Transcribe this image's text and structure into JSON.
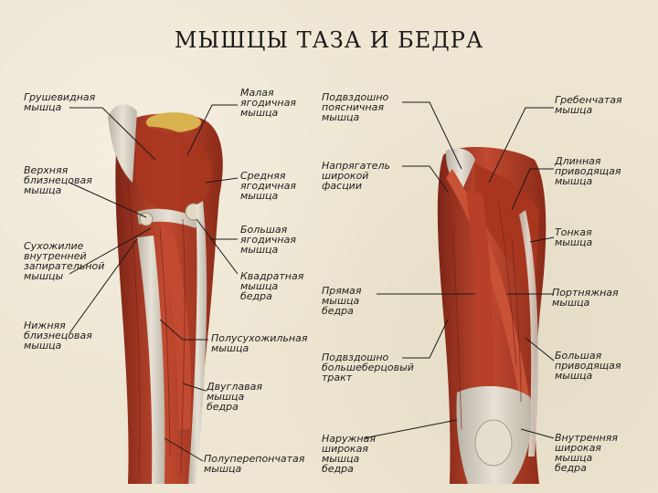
{
  "title": "МЫШЦЫ  ТАЗА  И  БЕДРА",
  "colors": {
    "muscle": "#b5402a",
    "muscle_dark": "#7e2416",
    "tendon": "#d9d2c4",
    "bone": "#d8b24e",
    "background": "#eee6d2"
  },
  "labels": {
    "l1": [
      "Грушевидная",
      "мышца"
    ],
    "l2": [
      "Верхняя",
      "близнецовая",
      "мышца"
    ],
    "l3": [
      "Сухожилие",
      "внутренней",
      "запирательной",
      "мышцы"
    ],
    "l4": [
      "Нижняя",
      "близнецовая",
      "мышца"
    ],
    "m1": [
      "Малая",
      "ягодичная",
      "мышца"
    ],
    "m2": [
      "Средняя",
      "ягодичная",
      "мышца"
    ],
    "m3": [
      "Большая",
      "ягодичная",
      "мышца"
    ],
    "m4": [
      "Квадратная",
      "мышца",
      "бедра"
    ],
    "m5": [
      "Полусухожильная",
      "мышца"
    ],
    "m6": [
      "Двуглавая",
      "мышца",
      "бедра"
    ],
    "m7": [
      "Полуперепончатая",
      "мышца"
    ],
    "c1": [
      "Подвздошно",
      "поясничная",
      "мышца"
    ],
    "c2": [
      "Напрягатель",
      "широкой",
      "фасции"
    ],
    "c3": [
      "Прямая",
      "мышца",
      "бедра"
    ],
    "c4": [
      "Подвздошно",
      "большеберцовый",
      "тракт"
    ],
    "c5": [
      "Наружная",
      "широкая",
      "мышца",
      "бедра"
    ],
    "r1": [
      "Гребенчатая",
      "мышца"
    ],
    "r2": [
      "Длинная",
      "приводящая",
      "мышца"
    ],
    "r3": [
      "Тонкая",
      "мышца"
    ],
    "r4": [
      "Портняжная",
      "мышца"
    ],
    "r5": [
      "Большая",
      "приводящая",
      "мышца"
    ],
    "r6": [
      "Внутренняя",
      "широкая",
      "мышца",
      "бедра"
    ]
  }
}
